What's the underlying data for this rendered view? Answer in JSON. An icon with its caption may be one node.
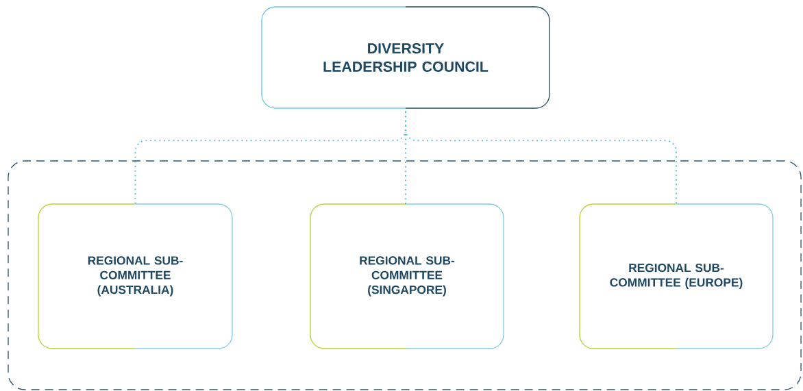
{
  "diagram": {
    "nodes": [
      {
        "text": [
          "DIVERSITY LEADERSHIP COUNCIL"
        ]
      },
      {
        "text": [],
        "shape": "box"
      },
      {
        "text": [
          "REGIONAL SUB-COMMITTEE (AUSTRALIA)"
        ],
        "in": 1
      },
      {
        "text": [
          "REGIONAL SUB-COMMITTEE (SINGAPORE)"
        ],
        "in": 1
      },
      {
        "text": [
          "REGIONAL SUB-COMMITTEE (EUROPE)"
        ],
        "in": 1
      }
    ],
    "edges": [
      {
        "from": 0,
        "to": 2,
        "arrow": "none"
      },
      {
        "from": 0,
        "to": 3,
        "arrow": "none"
      },
      {
        "from": 0,
        "to": 4,
        "arrow": "none"
      }
    ]
  }
}
